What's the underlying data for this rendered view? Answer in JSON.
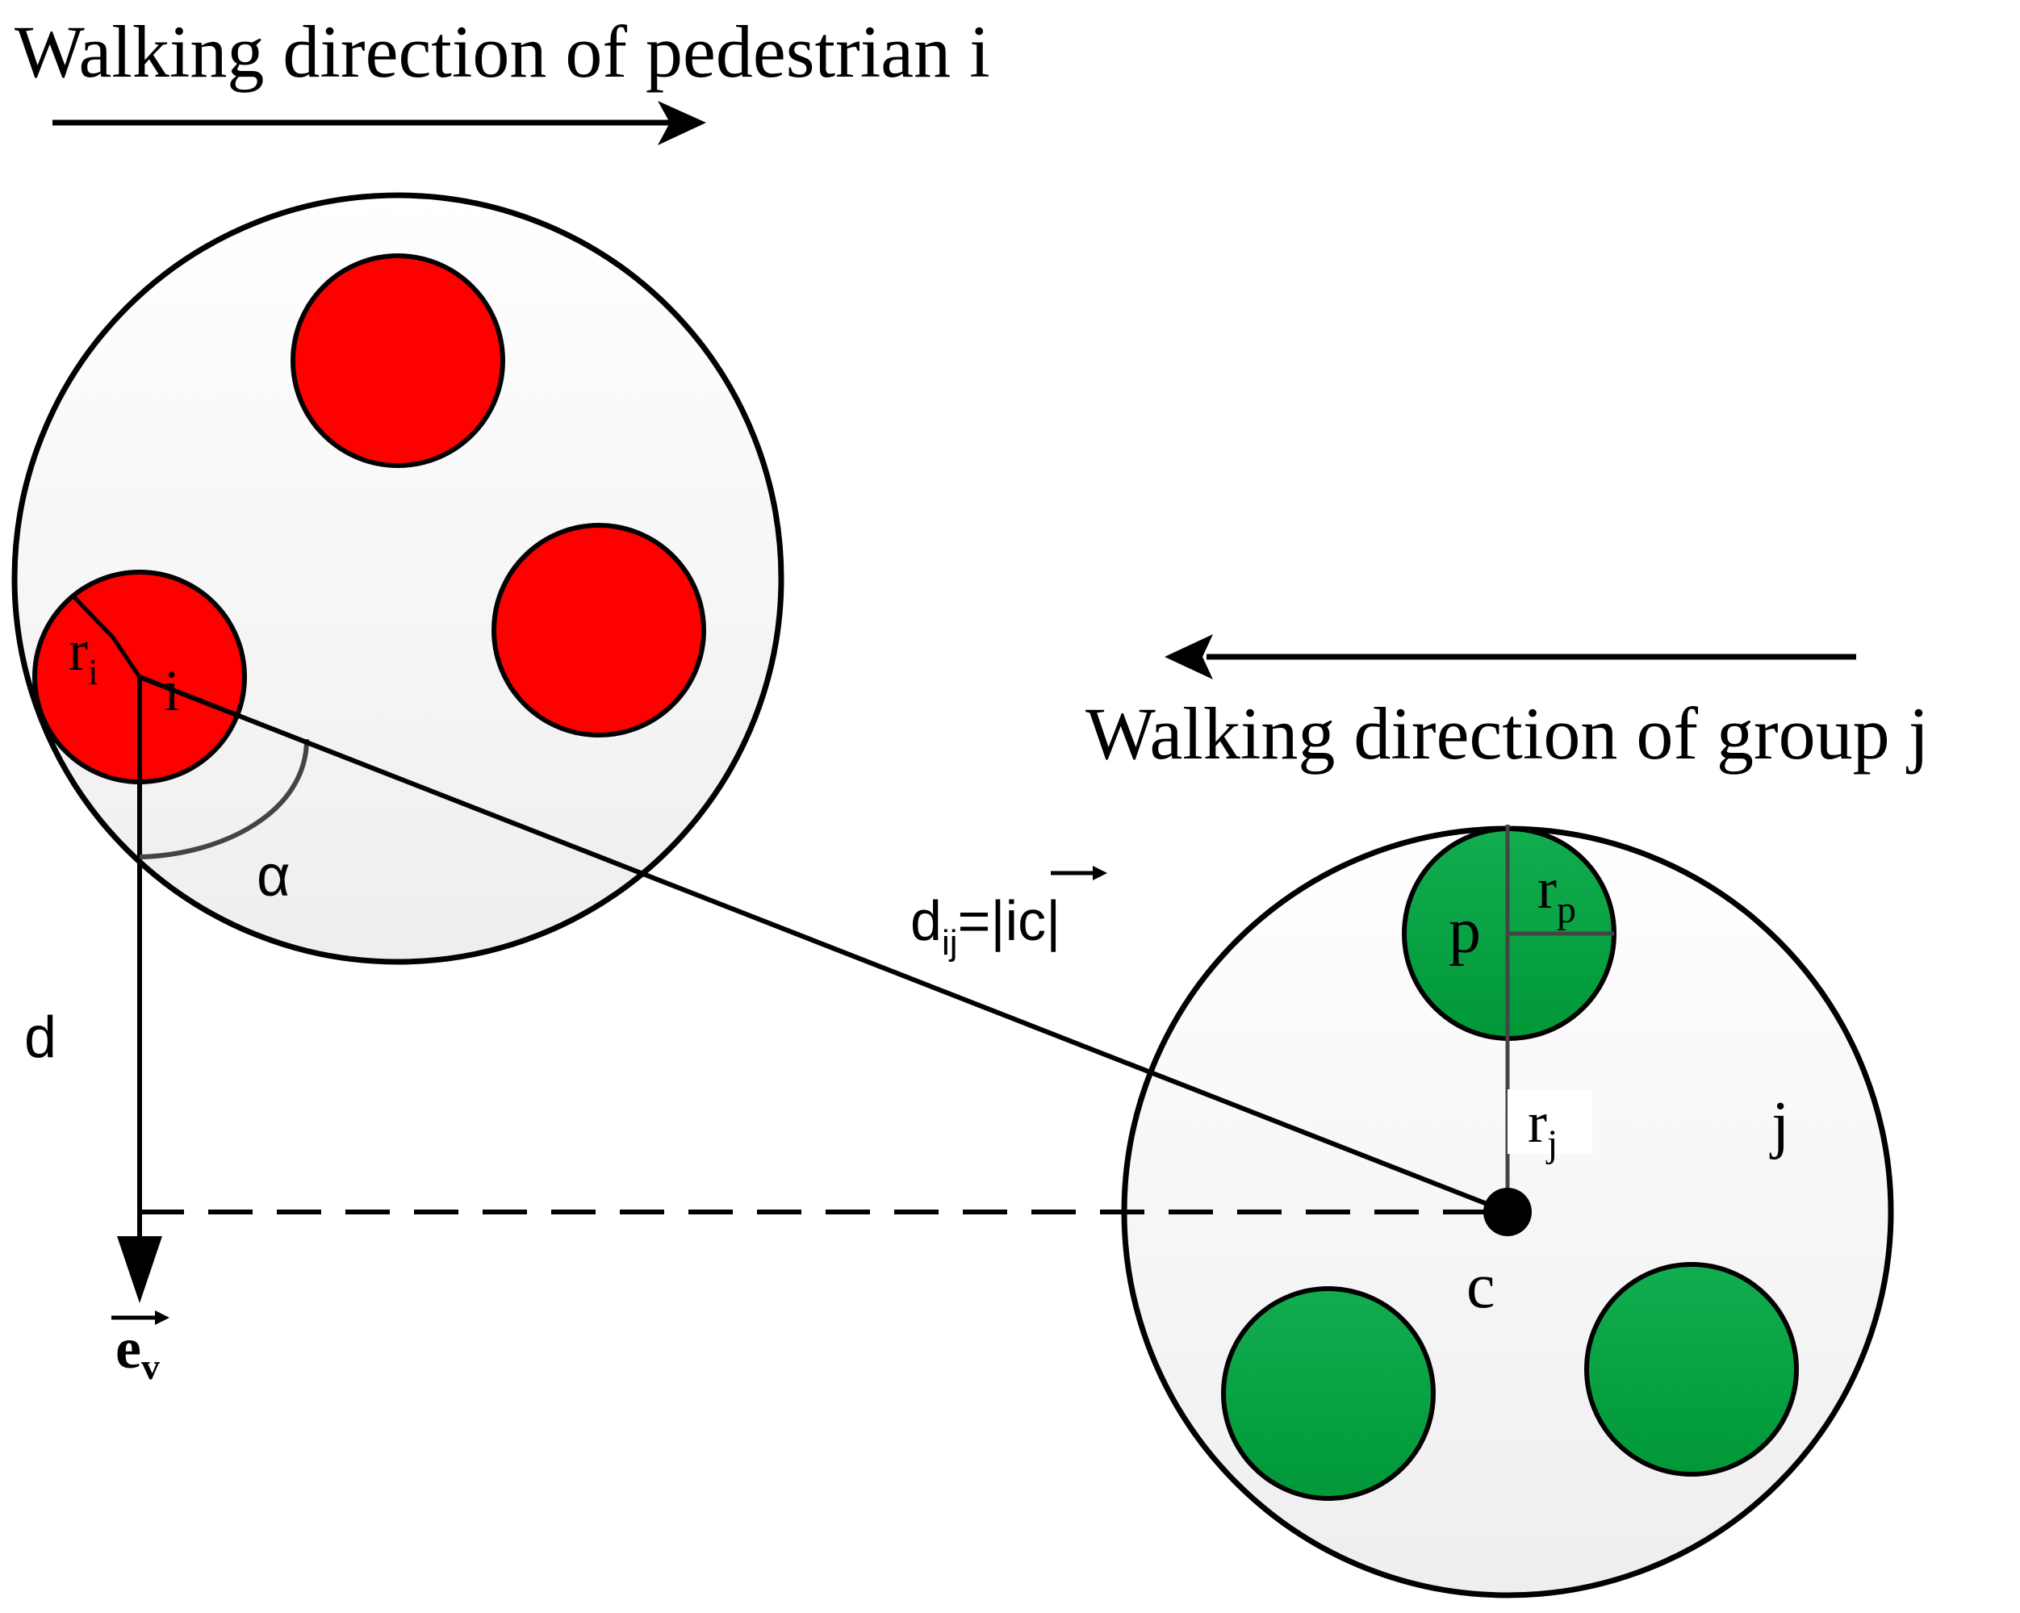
{
  "labels": {
    "pedestrian_direction": "Walking direction of pedestrian i",
    "group_direction": "Walking direction of group j",
    "r": "r",
    "sub_i": "i",
    "i_label": "i",
    "alpha": "α",
    "d_label": "d",
    "e": "e",
    "sub_v": "v",
    "dij_d": "d",
    "sub_ij": "ij",
    "eq_bar": "=|",
    "ic": "ic",
    "bar_end": "|",
    "p_label": "p",
    "sub_p": "p",
    "sub_j": "j",
    "j_label": "j",
    "c_label": "c"
  },
  "colors": {
    "pedestrian_fill": "#ff0000",
    "group_member_fill": "#00a040",
    "group_circle_fill": "#f3f3f3",
    "stroke": "#000000"
  }
}
